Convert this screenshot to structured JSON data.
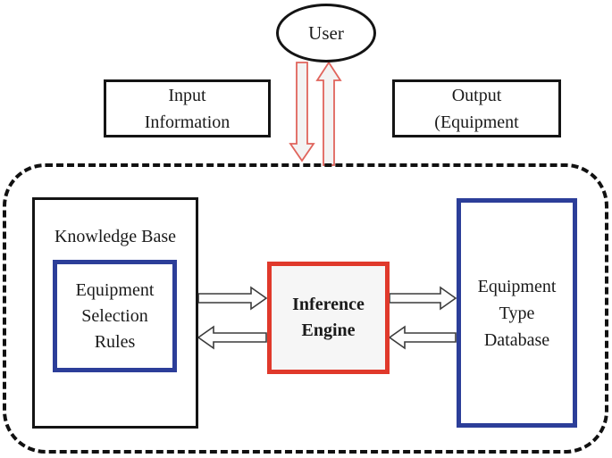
{
  "diagram": {
    "title_implicit": "Expert system architecture diagram",
    "user": {
      "label": "User"
    },
    "input_box": {
      "lines": [
        "Input",
        "Information"
      ]
    },
    "output_box": {
      "lines": [
        "Output",
        "(Equipment"
      ]
    },
    "knowledge_base": {
      "label": "Knowledge Base"
    },
    "selection_rules": {
      "lines": [
        "Equipment",
        "Selection",
        "Rules"
      ]
    },
    "inference_engine": {
      "lines": [
        "Inference",
        "Engine"
      ]
    },
    "database": {
      "lines": [
        "Equipment",
        "Type",
        "Database"
      ]
    },
    "flows": [
      {
        "name": "user-to-system",
        "direction": "down",
        "style": "hollow-red-arrow"
      },
      {
        "name": "system-to-user",
        "direction": "up",
        "style": "hollow-red-arrow"
      },
      {
        "name": "knowledge-base-to-inference-engine",
        "direction": "right",
        "style": "hollow-gray-arrow"
      },
      {
        "name": "inference-engine-to-knowledge-base",
        "direction": "left",
        "style": "hollow-gray-arrow"
      },
      {
        "name": "inference-engine-to-database",
        "direction": "right",
        "style": "hollow-gray-arrow"
      },
      {
        "name": "database-to-inference-engine",
        "direction": "left",
        "style": "hollow-gray-arrow"
      }
    ],
    "colors": {
      "outline_black": "#141414",
      "boundary_black": "#111111",
      "box_blue": "#2c3e99",
      "box_red": "#e0392b",
      "red_arrow_outline": "#e0645c",
      "gray_arrow_outline": "#3b3b3b",
      "inference_engine_fill": "#f6f6f6",
      "red_arrow_fill": "#f3f3f3"
    }
  }
}
